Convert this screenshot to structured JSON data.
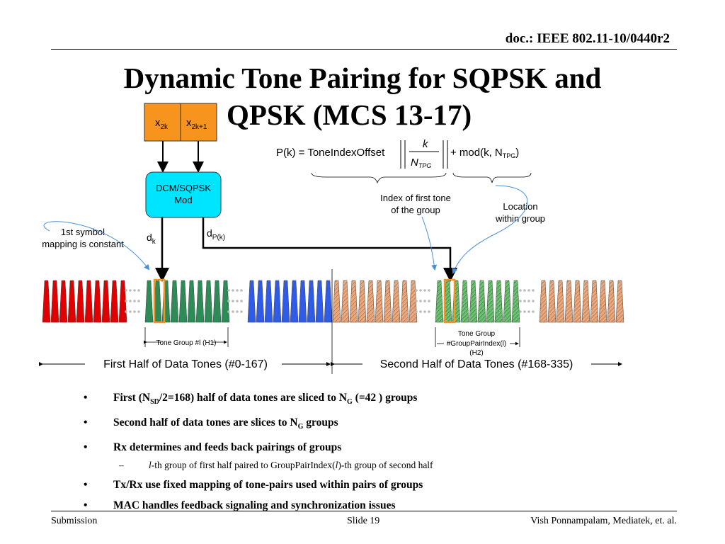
{
  "header": {
    "doc_id": "doc.: IEEE 802.11-10/0440r2"
  },
  "title": {
    "line1": "Dynamic Tone Pairing for SQPSK and",
    "line2": "QPSK (MCS 13-17)"
  },
  "diagram": {
    "input_1": {
      "base": "x",
      "sub": "2k"
    },
    "input_2": {
      "base": "x",
      "sub": "2k+1"
    },
    "mod_line1": "DCM/SQPSK",
    "mod_line2": "Mod",
    "out_1": {
      "base": "d",
      "sub": "k"
    },
    "out_2": {
      "base": "d",
      "sub": "P(k)"
    },
    "callout_1_line1": "1st symbol",
    "callout_1_line2": "mapping is constant",
    "formula": {
      "lhs": "P(k) = ToneIndexOffset",
      "frac_num": "k",
      "frac_den": "N",
      "frac_den_sub": "TPG",
      "rhs": "+ mod(k, N",
      "rhs_sub": "TPG",
      "rhs_close": ")"
    },
    "callout_2_line1": "Index of first tone",
    "callout_2_line2": "of the group",
    "callout_3_line1": "Location",
    "callout_3_line2": "within group",
    "group_1_label": "Tone Group #l (H1)",
    "group_2_line1": "Tone Group",
    "group_2_line2": "#GroupPairIndex(l)",
    "group_2_line3": "(H2)",
    "first_half_label": "First Half of Data Tones (#0-167)",
    "second_half_label": "Second Half of Data Tones (#168-335)",
    "colors": {
      "input": "#f7941d",
      "mod": "#00e5ff",
      "red": "#e00000",
      "green": "#2e8b57",
      "blue": "#2f5be8",
      "brown": "#e8a77c",
      "highlight": "#f7941d",
      "callout": "#4a90d9"
    }
  },
  "bullets": {
    "b1_a": "First (N",
    "b1_sub1": "SD",
    "b1_b": "/2=168) half of data tones are sliced to N",
    "b1_sub2": "G",
    "b1_c": " (=42 ) groups",
    "b2_a": "Second half of data tones are slices to N",
    "b2_sub": "G",
    "b2_b": " groups",
    "b3": "Rx determines and feeds back pairings of groups",
    "sub1_i": "l",
    "sub1_a": "-th group of first half paired to GroupPairIndex(",
    "sub1_i2": "l",
    "sub1_b": ")-th group of second half",
    "b4": "Tx/Rx use fixed mapping of tone-pairs used within pairs of groups",
    "b5": "MAC handles feedback signaling and synchronization issues"
  },
  "footer": {
    "left": "Submission",
    "middle": "Slide 19",
    "right": "Vish Ponnampalam, Mediatek, et. al."
  }
}
